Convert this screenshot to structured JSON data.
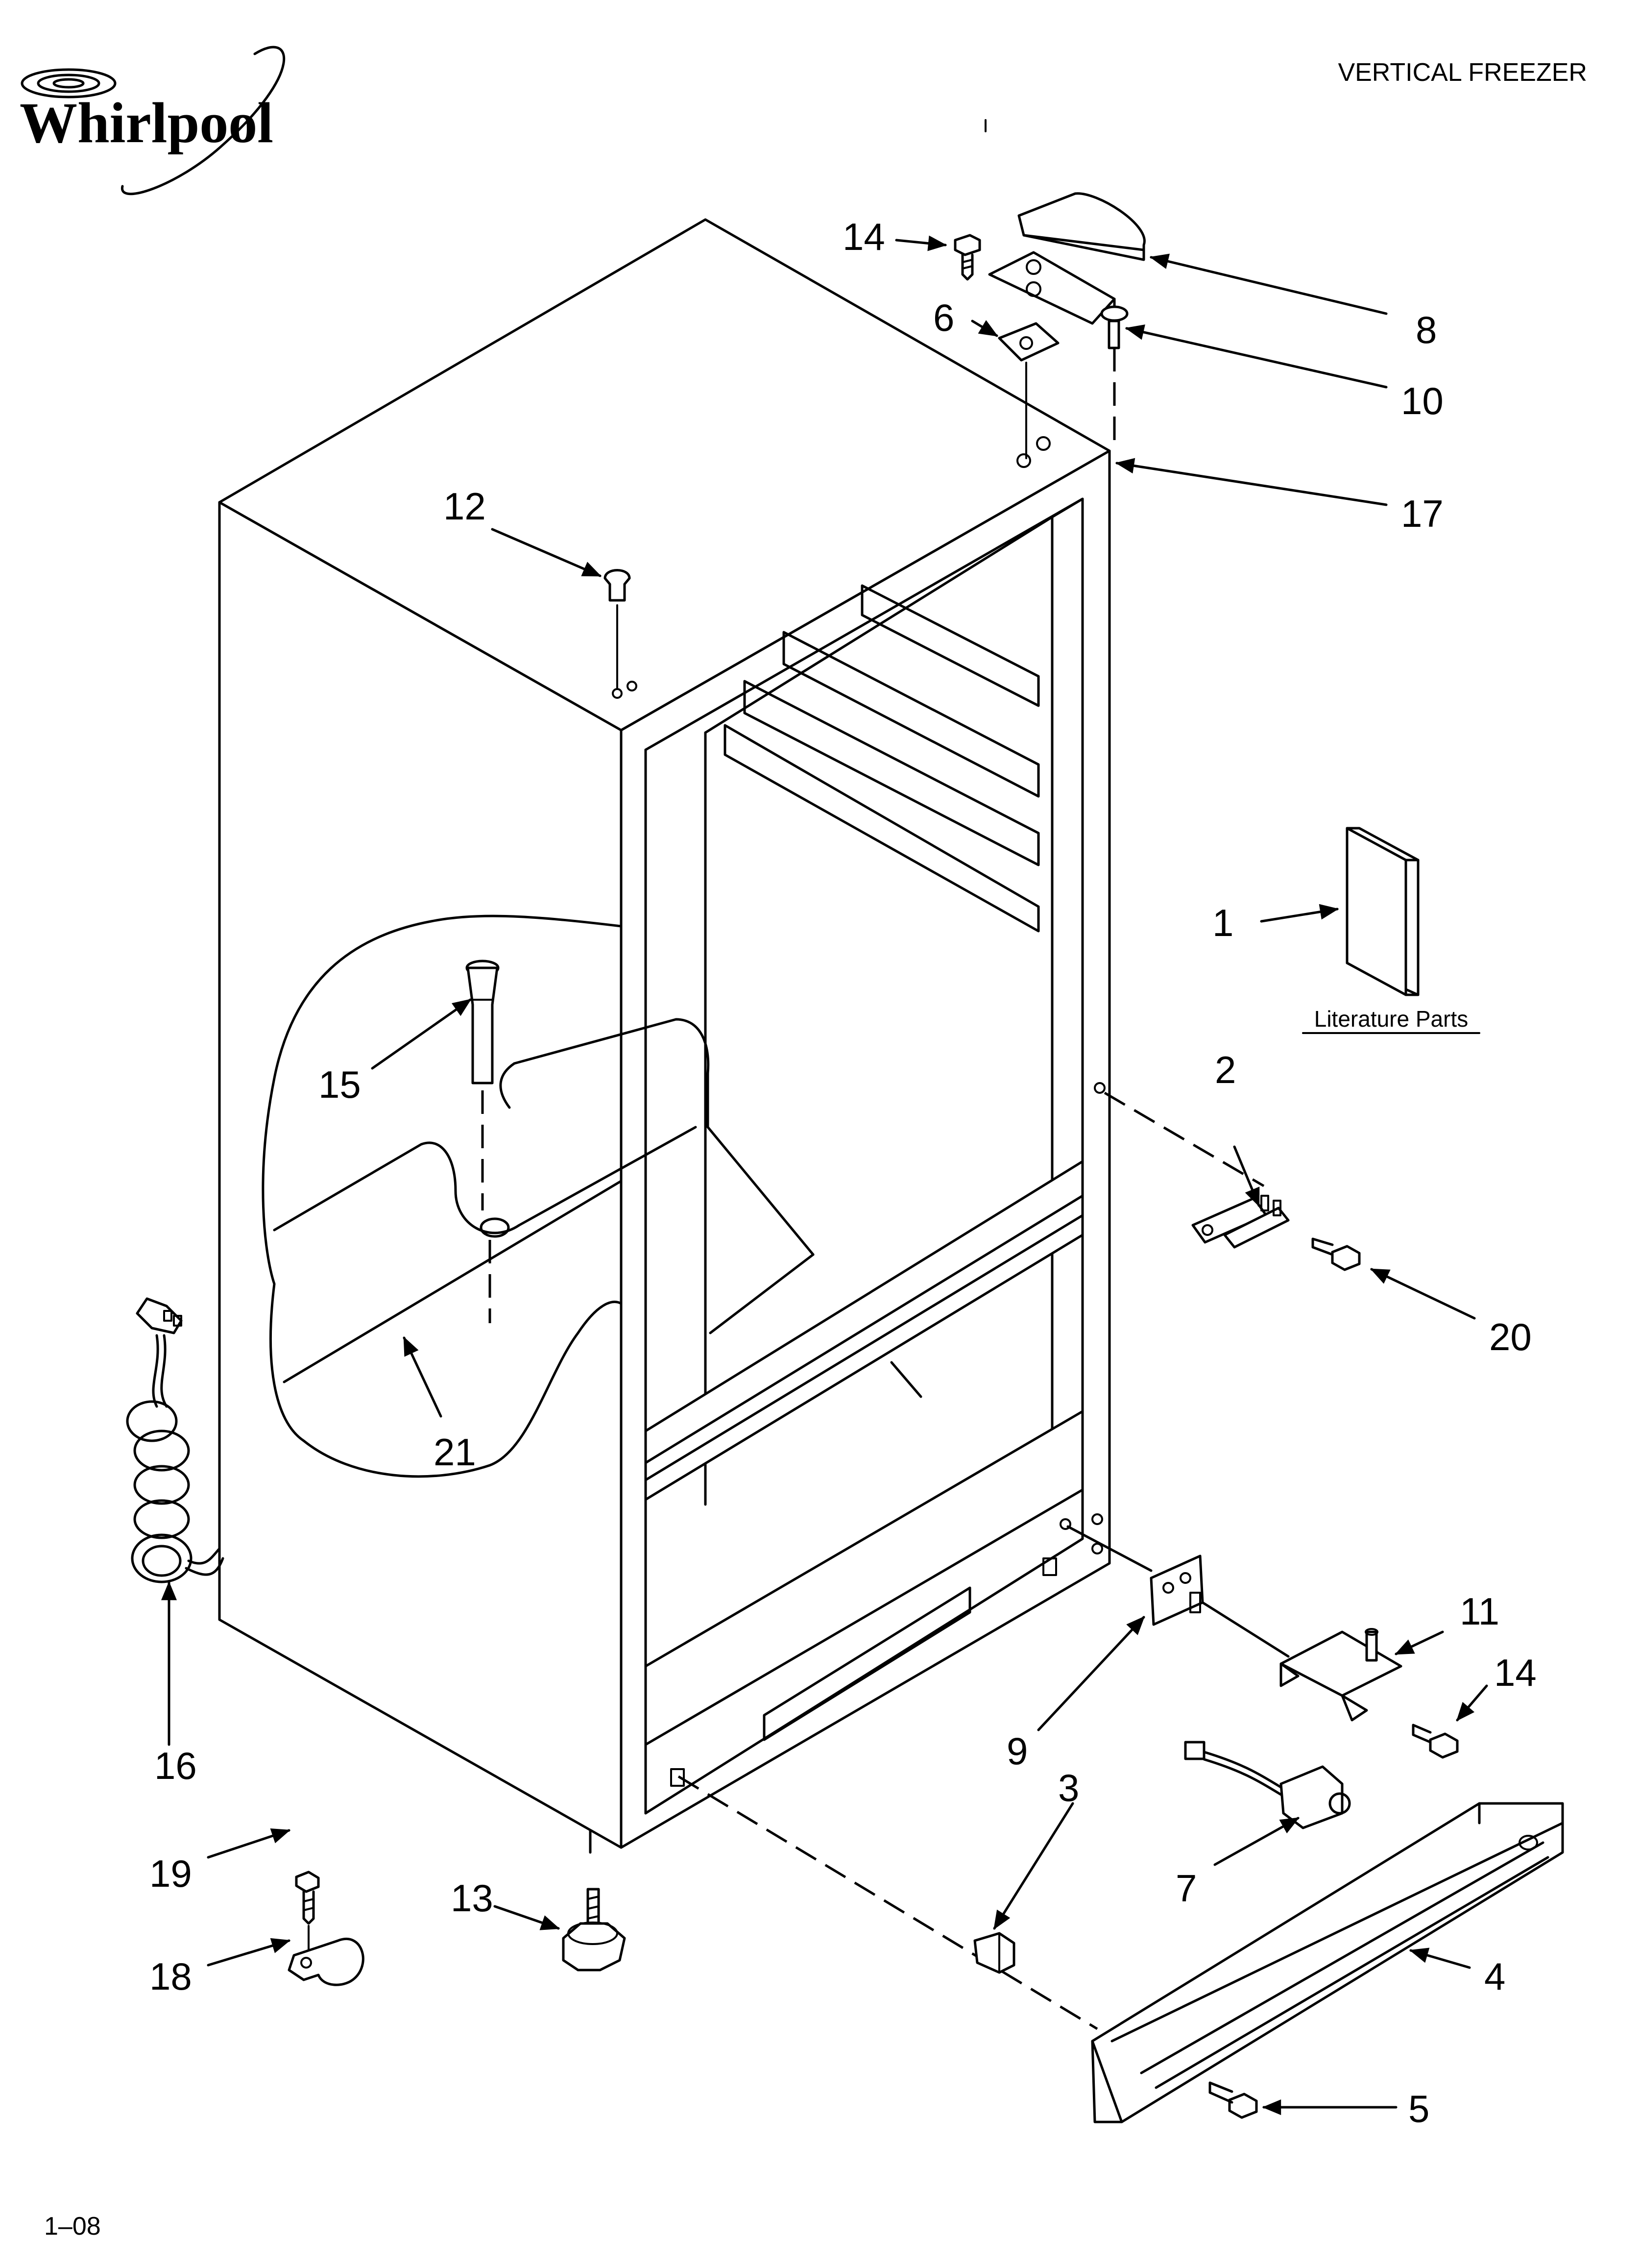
{
  "header": {
    "brand": "Whirlpool",
    "title": "VERTICAL FREEZER"
  },
  "footer": {
    "code": "1–08"
  },
  "literature_label": "Literature Parts",
  "callouts": {
    "c1": "1",
    "c2": "2",
    "c3": "3",
    "c4": "4",
    "c5": "5",
    "c6": "6",
    "c7": "7",
    "c8": "8",
    "c9": "9",
    "c10": "10",
    "c11": "11",
    "c12": "12",
    "c13": "13",
    "c14a": "14",
    "c14b": "14",
    "c15": "15",
    "c16": "16",
    "c17": "17",
    "c18": "18",
    "c19": "19",
    "c20": "20",
    "c21": "21"
  }
}
